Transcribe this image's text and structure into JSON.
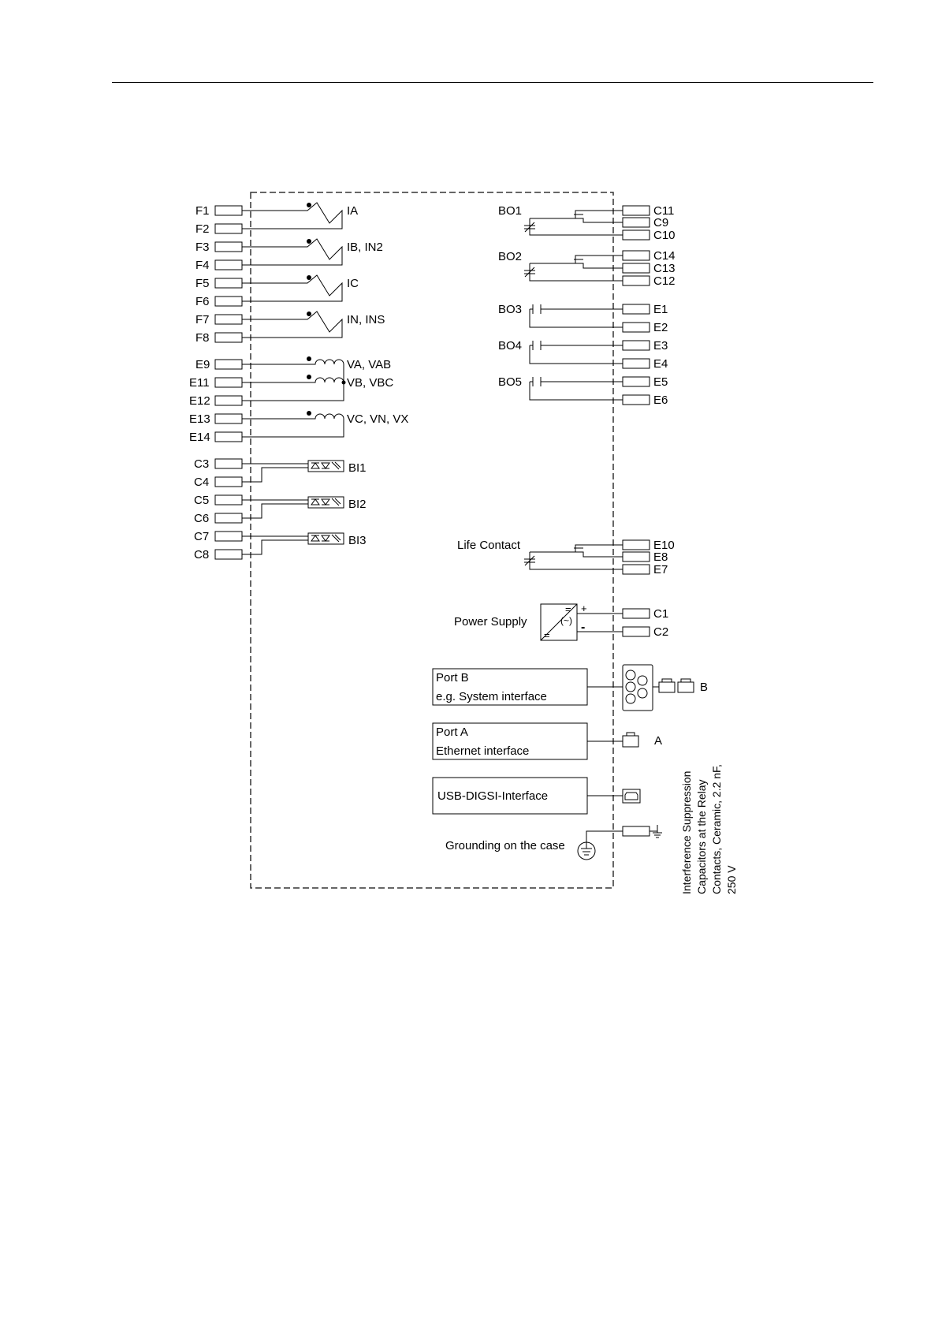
{
  "left_terminals": [
    "F1",
    "F2",
    "F3",
    "F4",
    "F5",
    "F6",
    "F7",
    "F8",
    "E9",
    "E11",
    "E12",
    "E13",
    "E14",
    "C3",
    "C4",
    "C5",
    "C6",
    "C7",
    "C8"
  ],
  "current_inputs": [
    "IA",
    "IB, IN2",
    "IC",
    "IN, INS"
  ],
  "voltage_inputs": [
    "VA, VAB",
    "VB, VBC",
    "VC, VN, VX"
  ],
  "binary_inputs": [
    "BI1",
    "BI2",
    "BI3"
  ],
  "binary_outputs": [
    "BO1",
    "BO2",
    "BO3",
    "BO4",
    "BO5"
  ],
  "right_terminals": [
    "C11",
    "C9",
    "C10",
    "C14",
    "C13",
    "C12",
    "E1",
    "E2",
    "E3",
    "E4",
    "E5",
    "E6",
    "E10",
    "E8",
    "E7",
    "C1",
    "C2"
  ],
  "life_contact_label": "Life Contact",
  "power_supply": {
    "label": "Power Supply",
    "plus": "+",
    "minus": "-",
    "symbol_top": "=",
    "symbol_mid": "(~)",
    "symbol_bottom": "="
  },
  "port_b": {
    "line1": "Port B",
    "line2": "e.g. System interface",
    "tag": "B"
  },
  "port_a": {
    "line1": "Port A",
    "line2": "Ethernet interface",
    "tag": "A"
  },
  "usb": {
    "label": "USB-DIGSI-Interface"
  },
  "grounding_label": "Grounding on the case",
  "suppression_note": [
    "Interference Suppression",
    "Capacitors at the Relay",
    "Contacts, Ceramic, 2.2 nF,",
    "250 V"
  ]
}
